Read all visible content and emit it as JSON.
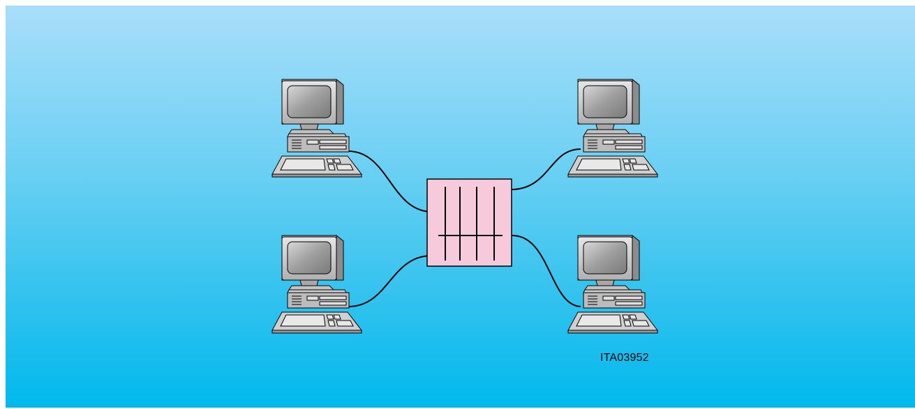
{
  "figure_id": "ITA03952",
  "computers": [
    {
      "name": "computer-top-left",
      "icon": "desktop-computer-icon"
    },
    {
      "name": "computer-top-right",
      "icon": "desktop-computer-icon"
    },
    {
      "name": "computer-bottom-left",
      "icon": "desktop-computer-icon"
    },
    {
      "name": "computer-bottom-right",
      "icon": "desktop-computer-icon"
    }
  ],
  "switch": {
    "icon": "crossbar-switch-icon",
    "fill_color": "#f7cadb"
  },
  "colors": {
    "background_top": "#a9defa",
    "background_bottom": "#00b9ee",
    "computer_body": "#b3b3b3",
    "screen": "#9a9a9a",
    "cable": "#000000"
  }
}
